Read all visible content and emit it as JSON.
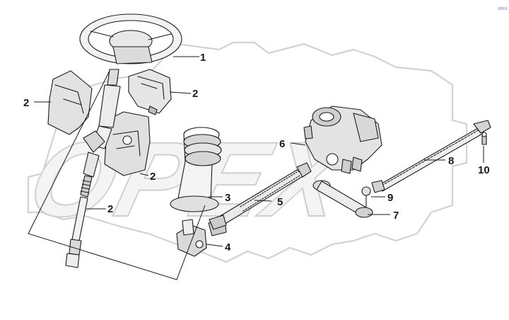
{
  "diagram": {
    "watermark_text": "OPEX",
    "corner_mark": "OPEX",
    "callouts": [
      {
        "id": "c1",
        "label": "1"
      },
      {
        "id": "c2a",
        "label": "2"
      },
      {
        "id": "c2b",
        "label": "2"
      },
      {
        "id": "c2c",
        "label": "2"
      },
      {
        "id": "c2d",
        "label": "2"
      },
      {
        "id": "c3",
        "label": "3"
      },
      {
        "id": "c4",
        "label": "4"
      },
      {
        "id": "c5",
        "label": "5"
      },
      {
        "id": "c6",
        "label": "6"
      },
      {
        "id": "c7",
        "label": "7"
      },
      {
        "id": "c8",
        "label": "8"
      },
      {
        "id": "c9",
        "label": "9"
      },
      {
        "id": "c10",
        "label": "10"
      }
    ]
  }
}
